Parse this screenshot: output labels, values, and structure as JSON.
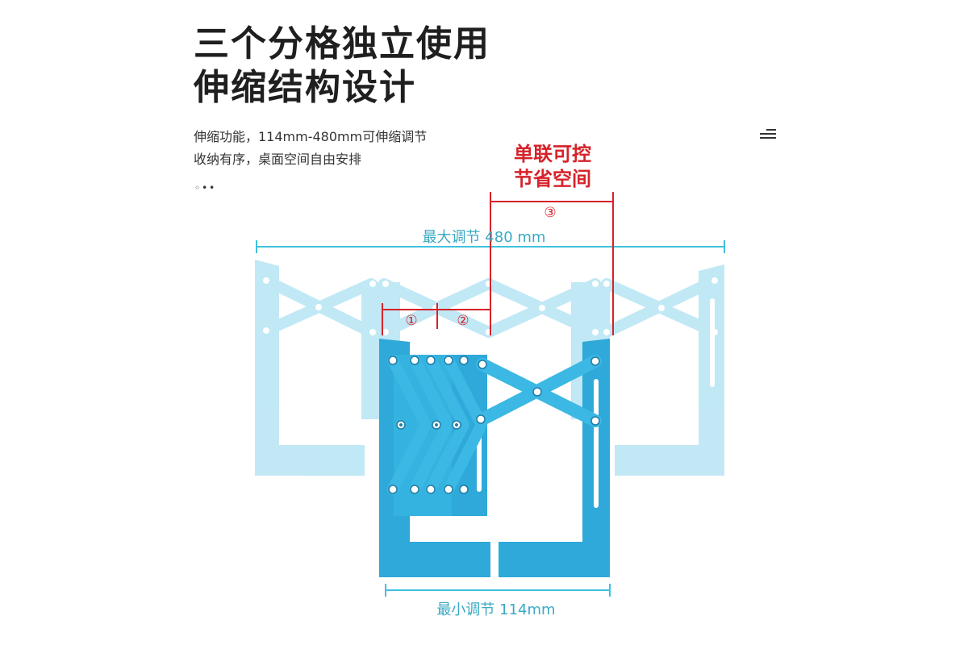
{
  "headline": {
    "line1": "三个分格独立使用",
    "line2": "伸缩结构设计"
  },
  "description": {
    "line1": "伸缩功能，114mm-480mm可伸缩调节",
    "line2": "收纳有序，桌面空间自由安排"
  },
  "dots": "◦••",
  "callout": {
    "line1": "单联可控",
    "line2": "节省空间"
  },
  "dimensions": {
    "max_label": "最大调节 480 mm",
    "min_label": "最小调节 114mm",
    "section_1": "①",
    "section_2": "②",
    "section_3": "③"
  },
  "icons": {
    "menu": "menu-icon"
  },
  "colors": {
    "product_solid": "#2ea9d9",
    "product_faded": "#9fdcf0",
    "dimension_line": "#3ec2dc",
    "callout_red": "#d6222a"
  }
}
